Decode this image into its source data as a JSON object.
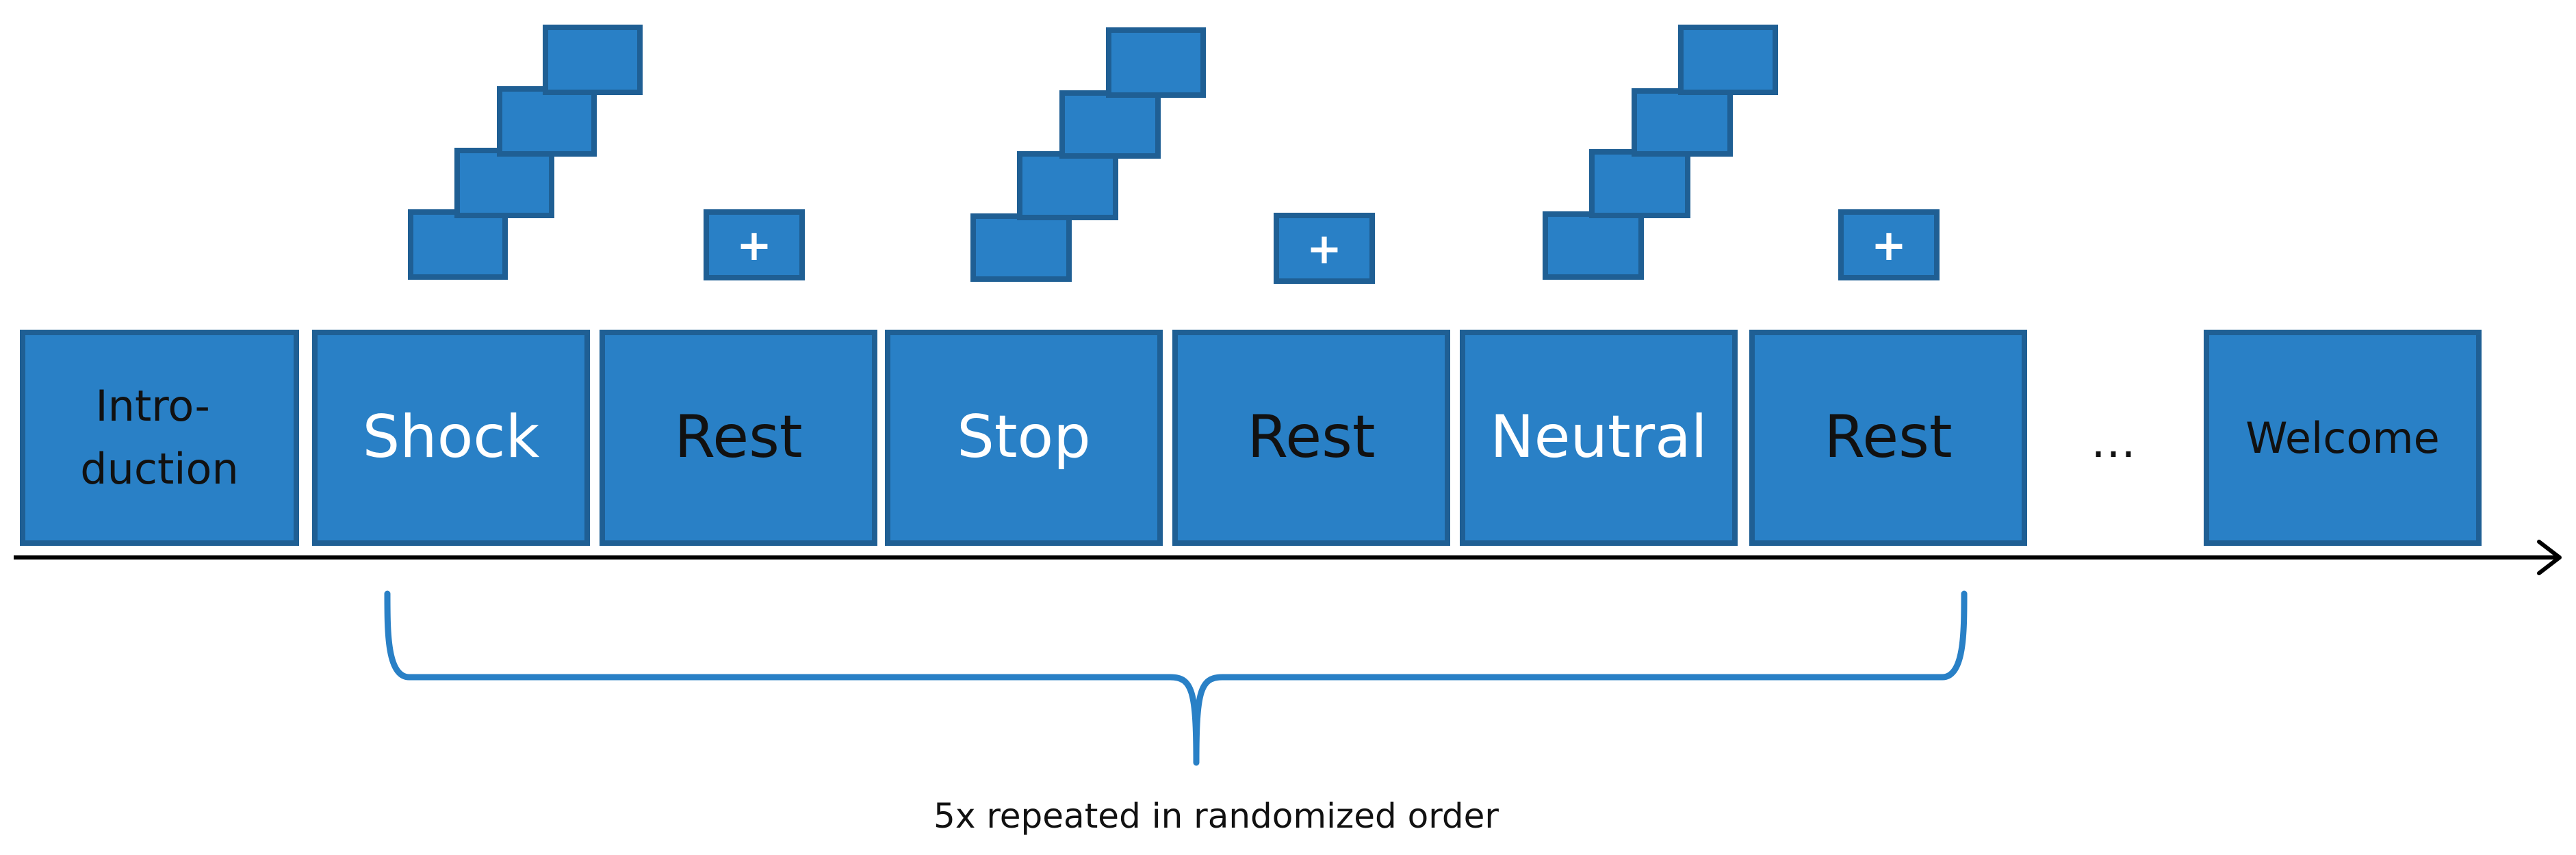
{
  "colors": {
    "block_fill": "#2980C6",
    "block_border": "#1F5F94",
    "brace": "#2980C6",
    "timeline": "#000000"
  },
  "blocks": [
    {
      "id": "introduction",
      "lines": [
        "Intro-",
        "duction"
      ],
      "text_color": "dark"
    },
    {
      "id": "shock",
      "lines": [
        "Shock"
      ],
      "text_color": "white"
    },
    {
      "id": "rest-1",
      "lines": [
        "Rest"
      ],
      "text_color": "dark"
    },
    {
      "id": "stop",
      "lines": [
        "Stop"
      ],
      "text_color": "white"
    },
    {
      "id": "rest-2",
      "lines": [
        "Rest"
      ],
      "text_color": "dark"
    },
    {
      "id": "neutral",
      "lines": [
        "Neutral"
      ],
      "text_color": "white"
    },
    {
      "id": "rest-3",
      "lines": [
        "Rest"
      ],
      "text_color": "dark"
    },
    {
      "id": "welcome",
      "lines": [
        "Welcome"
      ],
      "text_color": "dark"
    }
  ],
  "ellipsis": "…",
  "fixation_symbol": "+",
  "icons": [
    {
      "above": "shock",
      "type": "stairs"
    },
    {
      "above": "rest-1",
      "type": "fixation-cross"
    },
    {
      "above": "stop",
      "type": "stairs"
    },
    {
      "above": "rest-2",
      "type": "fixation-cross"
    },
    {
      "above": "neutral",
      "type": "stairs"
    },
    {
      "above": "rest-3",
      "type": "fixation-cross"
    }
  ],
  "caption": "5x repeated in randomized order"
}
